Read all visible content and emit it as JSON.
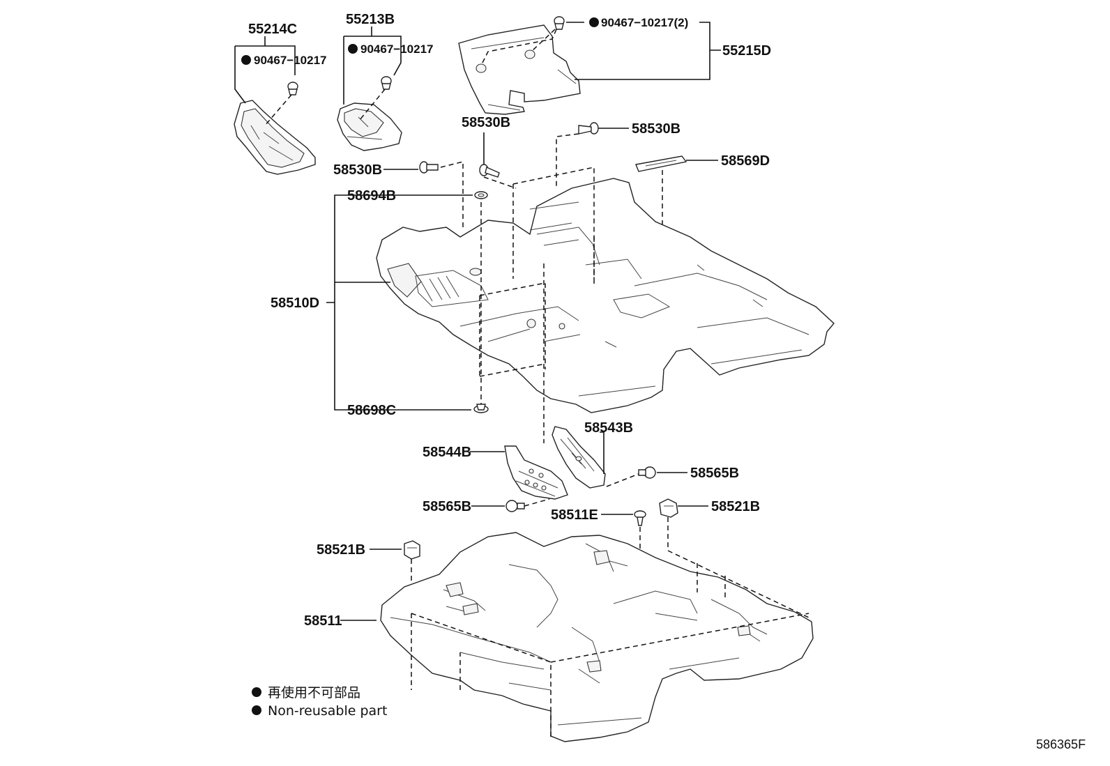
{
  "labels": {
    "p55214C": "55214C",
    "p55213B": "55213B",
    "p55215D": "55215D",
    "c90467a": "90467−10217",
    "c90467b": "90467−10217",
    "c90467c": "90467−10217(2)",
    "p58530B_top": "58530B",
    "p58530B_right": "58530B",
    "p58530B_left": "58530B",
    "p58569D": "58569D",
    "p58694B": "58694B",
    "p58510D": "58510D",
    "p58698C": "58698C",
    "p58543B": "58543B",
    "p58544B": "58544B",
    "p58565B_right": "58565B",
    "p58565B_left": "58565B",
    "p58511E": "58511E",
    "p58521B_right": "58521B",
    "p58521B_left": "58521B",
    "p58511": "58511"
  },
  "legend": {
    "line1": "再使用不可部品",
    "line2": "Non-reusable part"
  },
  "figure_code": "586365F"
}
